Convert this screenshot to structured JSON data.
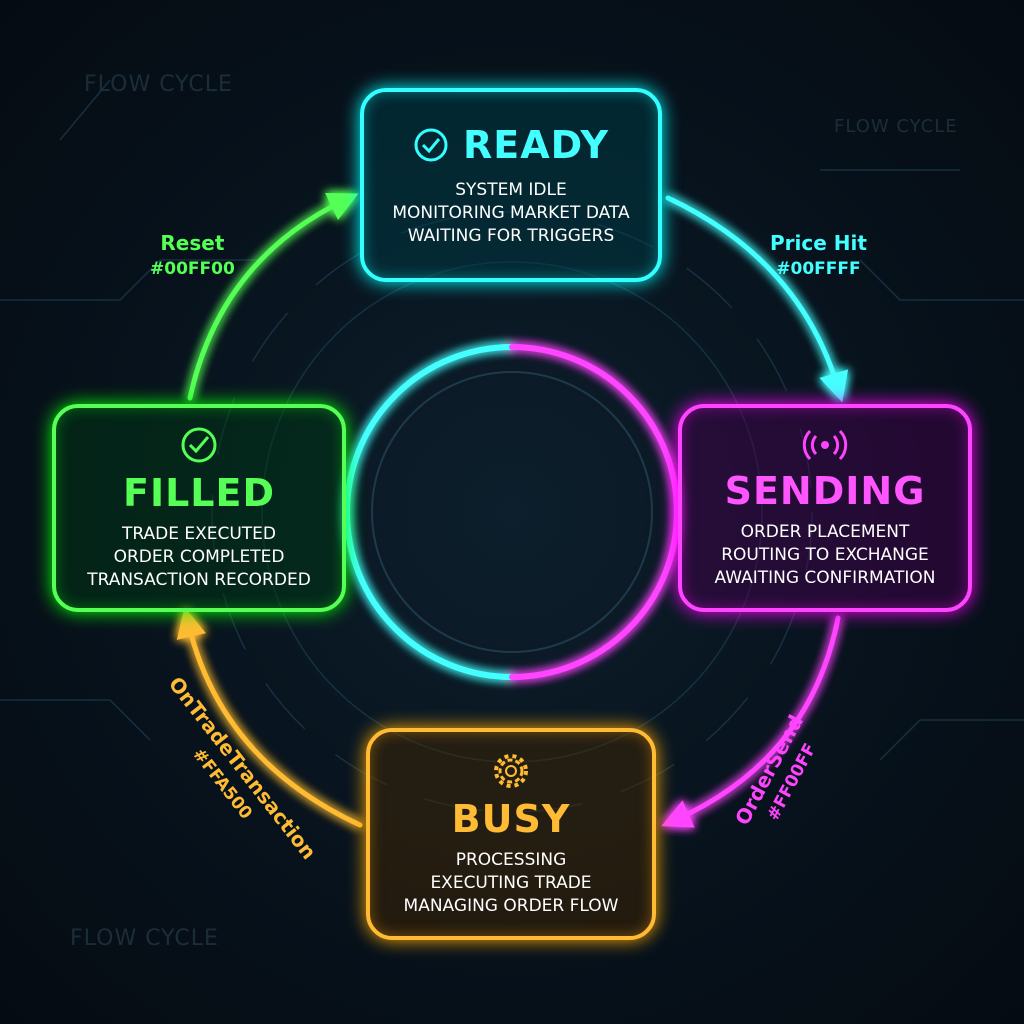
{
  "watermarks": [
    "FLOW CYCLE",
    "FLOW CYCLE",
    "FLOW CYCLE"
  ],
  "colors": {
    "ready": "#00FFFF",
    "sending": "#FF00FF",
    "busy": "#FFA500",
    "filled": "#00FF00"
  },
  "states": {
    "ready": {
      "title": "READY",
      "icon": "check-circle-icon",
      "lines": [
        "System Idle",
        "Monitoring Market Data",
        "Waiting for Triggers"
      ]
    },
    "sending": {
      "title": "SENDING",
      "icon": "broadcast-icon",
      "lines": [
        "Order Placement",
        "Routing to Exchange",
        "Awaiting Confirmation"
      ]
    },
    "busy": {
      "title": "BUSY",
      "icon": "gear-icon",
      "lines": [
        "Processing",
        "Executing Trade",
        "Managing Order Flow"
      ]
    },
    "filled": {
      "title": "FILLED",
      "icon": "check-circle-icon",
      "lines": [
        "Trade Executed",
        "Order Completed",
        "Transaction Recorded"
      ]
    }
  },
  "transitions": {
    "reset": {
      "label": "Reset",
      "hex": "#00FF00"
    },
    "price_hit": {
      "label": "Price Hit",
      "hex": "#00FFFF"
    },
    "order_send": {
      "label": "OrderSend",
      "hex": "#FF00FF"
    },
    "on_trade": {
      "label": "OnTradeTransaction",
      "hex": "#FFA500"
    }
  }
}
